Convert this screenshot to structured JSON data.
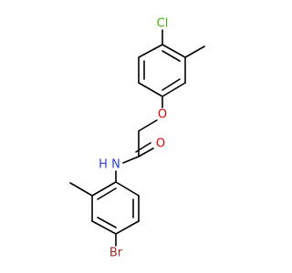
{
  "molecule": {
    "atoms": [
      {
        "label": "Cl",
        "color": "#3cb300"
      },
      {
        "label": "O",
        "color": "#e00000"
      },
      {
        "label": "O",
        "color": "#e00000"
      },
      {
        "label": "N",
        "color": "#2a3fe0"
      },
      {
        "label": "H",
        "color": "#2a3fe0"
      },
      {
        "label": "Br",
        "color": "#a52a2a"
      }
    ]
  }
}
